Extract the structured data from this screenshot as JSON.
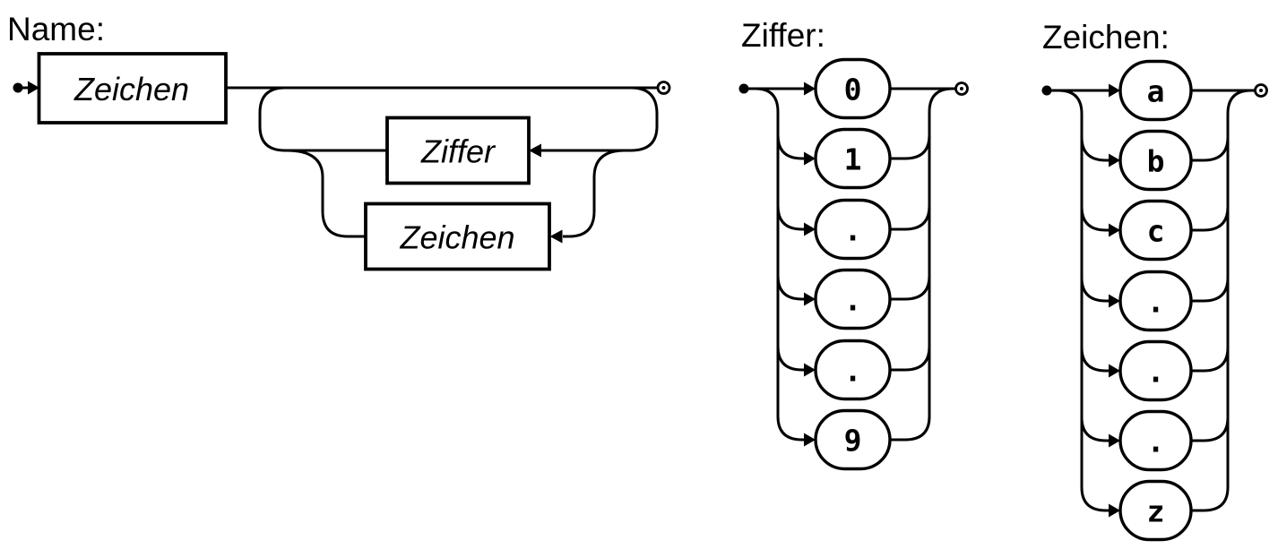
{
  "page": {
    "background": "#ffffff",
    "ink": "#000000",
    "notation": {
      "start_marker": "dot",
      "end_marker": "circled-dot",
      "nonterminal_shape": "rectangle",
      "terminal_shape": "rounded-pill"
    }
  },
  "rules": [
    {
      "title": "Name:",
      "kind": "sequence-with-repeat-loop",
      "sequence": [
        {
          "type": "nonterminal",
          "label": "Zeichen"
        },
        {
          "type": "repeat-loop",
          "options": [
            {
              "type": "nonterminal",
              "label": "Ziffer"
            },
            {
              "type": "nonterminal",
              "label": "Zeichen"
            }
          ]
        }
      ]
    },
    {
      "title": "Ziffer:",
      "kind": "choice",
      "terminals": [
        "0",
        "1",
        ".",
        ".",
        ".",
        "9"
      ]
    },
    {
      "title": "Zeichen:",
      "kind": "choice",
      "terminals": [
        "a",
        "b",
        "c",
        ".",
        ".",
        ".",
        "z"
      ]
    }
  ]
}
